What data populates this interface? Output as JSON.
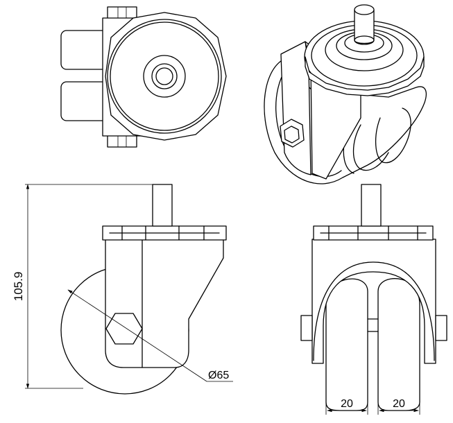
{
  "dimensions": {
    "height": "105.9",
    "diameter": "Ø65",
    "wheel_width_left": "20",
    "wheel_width_right": "20"
  },
  "views": [
    "top-view",
    "isometric-view",
    "side-view",
    "front-view"
  ]
}
